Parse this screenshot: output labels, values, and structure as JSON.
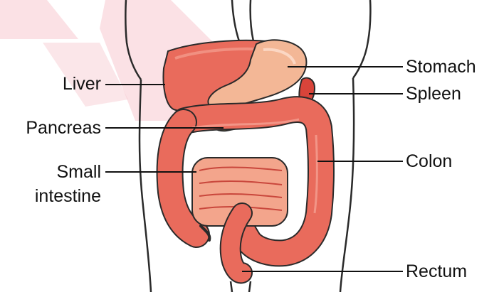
{
  "labels": {
    "liver": "Liver",
    "pancreas": "Pancreas",
    "small_intestine_line1": "Small",
    "small_intestine_line2": "intestine",
    "stomach": "Stomach",
    "spleen": "Spleen",
    "colon": "Colon",
    "rectum": "Rectum"
  },
  "colors": {
    "organ_red": "#e96b5c",
    "organ_dark": "#c9473c",
    "stomach_peach": "#f3b796",
    "pancreas_yellow": "#f2df62",
    "gallbladder_green": "#46a845",
    "watermark_pink": "#f7c8cf",
    "outline": "#2a2a2a"
  }
}
